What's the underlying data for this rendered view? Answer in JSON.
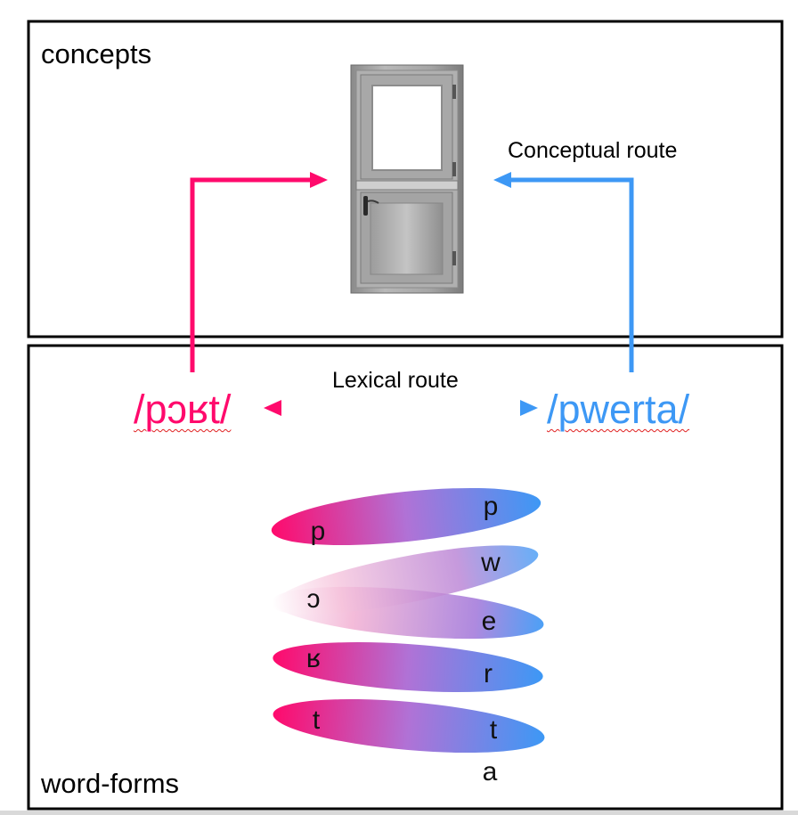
{
  "boxes": {
    "top_label": "concepts",
    "bottom_label": "word-forms"
  },
  "routes": {
    "conceptual": "Conceptual route",
    "lexical": "Lexical route"
  },
  "words": {
    "left": "/pɔʁt/",
    "right": "/pwerta/"
  },
  "phonemes": {
    "left": [
      "p",
      "ɔ",
      "ʁ",
      "t"
    ],
    "right": [
      "p",
      "w",
      "e",
      "r",
      "t",
      "a"
    ]
  },
  "colors": {
    "left_language": "#ff0a6c",
    "right_language": "#3d98f5",
    "frame": "#000000",
    "spellcheck": "#e02020"
  },
  "icons": {
    "concept_image": "door-icon"
  }
}
